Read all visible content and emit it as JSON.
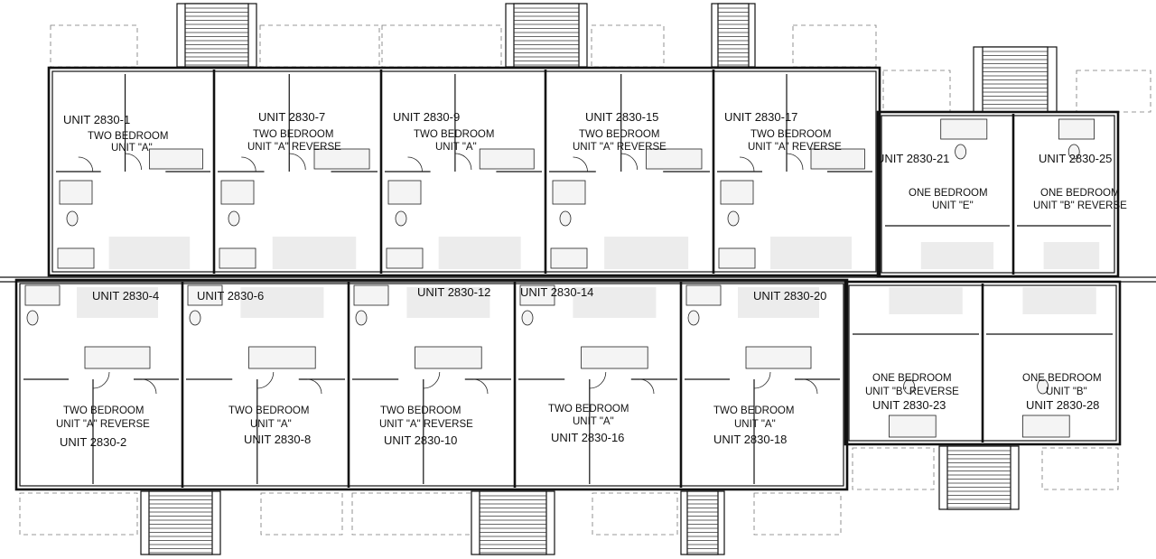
{
  "upper_units": [
    {
      "number": "UNIT  2830-1",
      "type": "TWO BEDROOM",
      "model": "UNIT \"A\""
    },
    {
      "number": "UNIT  2830-7",
      "type": "TWO BEDROOM",
      "model": "UNIT \"A\" REVERSE"
    },
    {
      "number": "UNIT  2830-9",
      "type": "TWO BEDROOM",
      "model": "UNIT \"A\""
    },
    {
      "number": "UNIT  2830-15",
      "type": "TWO BEDROOM",
      "model": "UNIT \"A\" REVERSE"
    },
    {
      "number": "UNIT  2830-17",
      "type": "TWO BEDROOM",
      "model": "UNIT \"A\" REVERSE"
    },
    {
      "number": "UNIT  2830-21",
      "type": "ONE BEDROOM",
      "model": "UNIT \"E\""
    },
    {
      "number": "UNIT  2830-25",
      "type": "ONE BEDROOM",
      "model": "UNIT \"B\" REVERSE"
    }
  ],
  "lower_units": [
    {
      "number": "UNIT  2830-2",
      "type": "TWO BEDROOM",
      "model": "UNIT \"A\" REVERSE"
    },
    {
      "number": "UNIT  2830-8",
      "type": "TWO BEDROOM",
      "model": "UNIT \"A\""
    },
    {
      "number": "UNIT  2830-10",
      "type": "TWO BEDROOM",
      "model": "UNIT \"A\" REVERSE"
    },
    {
      "number": "UNIT  2830-16",
      "type": "TWO BEDROOM",
      "model": "UNIT \"A\""
    },
    {
      "number": "UNIT  2830-18",
      "type": "TWO BEDROOM",
      "model": "UNIT \"A\""
    },
    {
      "number": "UNIT  2830-23",
      "type": "ONE BEDROOM",
      "model": "UNIT \"B\" REVERSE"
    },
    {
      "number": "UNIT  2830-28",
      "type": "ONE BEDROOM",
      "model": "UNIT \"B\""
    }
  ],
  "corridor_units": [
    "UNIT  2830-4",
    "UNIT  2830-6",
    "UNIT  2830-12",
    "UNIT  2830-14",
    "UNIT  2830-20"
  ]
}
